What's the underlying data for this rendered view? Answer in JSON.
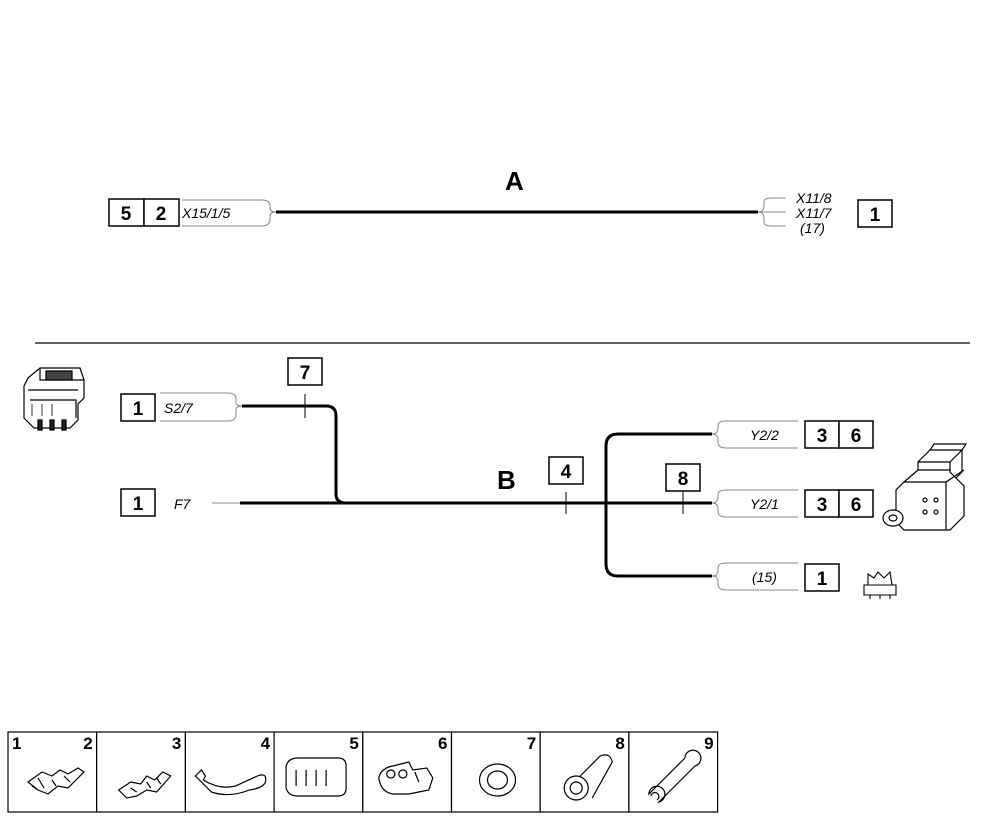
{
  "harness_a": {
    "title": "A",
    "left_boxes": [
      "5",
      "2"
    ],
    "left_connector": "X15/1/5",
    "right_connectors": [
      "X11/8",
      "X11/7",
      "(17)"
    ],
    "right_box": "1"
  },
  "harness_b": {
    "title": "B",
    "s2": {
      "box": "1",
      "connector": "S2/7"
    },
    "f7": {
      "box": "1",
      "connector": "F7"
    },
    "marker_7": "7",
    "marker_4": "4",
    "marker_8": "8",
    "y22": {
      "connector": "Y2/2",
      "boxes": [
        "3",
        "6"
      ]
    },
    "y21": {
      "connector": "Y2/1",
      "boxes": [
        "3",
        "6"
      ]
    },
    "p15": {
      "connector": "(15)",
      "box": "1"
    }
  },
  "legend": [
    {
      "numbers": [
        "1",
        "2"
      ],
      "icon": "crimp-terminal-icon"
    },
    {
      "numbers": [
        "3"
      ],
      "icon": "crimp-terminal-small-icon"
    },
    {
      "numbers": [
        "4"
      ],
      "icon": "cable-tie-icon"
    },
    {
      "numbers": [
        "5"
      ],
      "icon": "multi-pin-housing-icon"
    },
    {
      "numbers": [
        "6"
      ],
      "icon": "connector-housing-icon"
    },
    {
      "numbers": [
        "7"
      ],
      "icon": "grommet-icon"
    },
    {
      "numbers": [
        "8"
      ],
      "icon": "bushing-icon"
    },
    {
      "numbers": [
        "9"
      ],
      "icon": "sleeve-tube-icon"
    }
  ]
}
